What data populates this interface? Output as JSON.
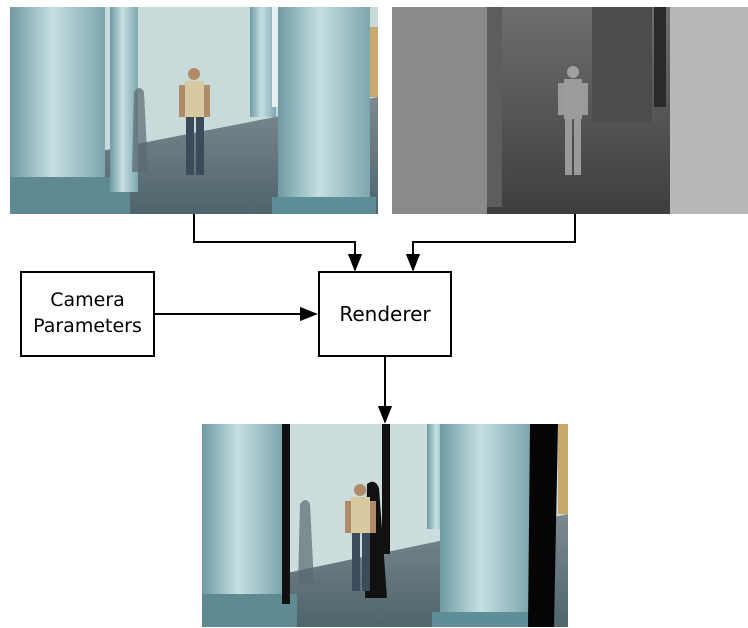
{
  "boxes": {
    "camera": {
      "line1": "Camera",
      "line2": "Parameters"
    },
    "renderer": "Renderer"
  },
  "images": {
    "rgb": "rendered-scene-photo",
    "depth": "depth-map",
    "output": "novel-view-render"
  }
}
